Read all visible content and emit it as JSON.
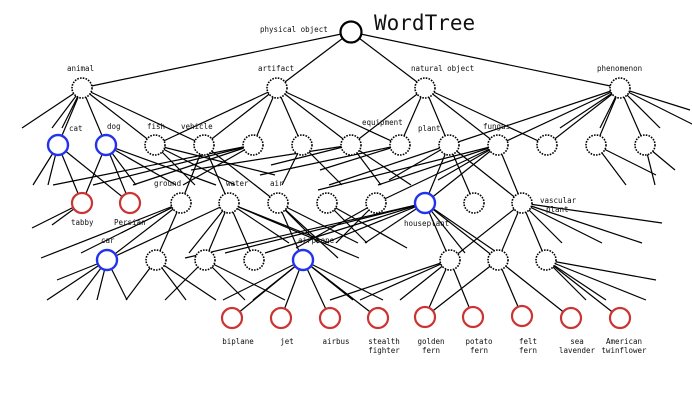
{
  "title": "WordTree",
  "root": "physical object",
  "level1": [
    "animal",
    "artifact",
    "natural object",
    "phenomenon"
  ],
  "level2": [
    "cat",
    "dog",
    "fish",
    "vehicle",
    "equipment",
    "plant",
    "fungus"
  ],
  "level3": [
    "tabby",
    "Persian",
    "ground",
    "water",
    "air",
    "houseplant",
    "vascular plant"
  ],
  "level4": [
    "car",
    "airplane"
  ],
  "leaves": [
    "biplane",
    "jet",
    "airbus",
    "stealth fighter",
    "golden fern",
    "potato fern",
    "felt fern",
    "sea lavender",
    "American twinflower"
  ],
  "colors": {
    "default_node": "#000000",
    "selected_node": "#2233ee",
    "leaf_node": "#cc3333"
  }
}
